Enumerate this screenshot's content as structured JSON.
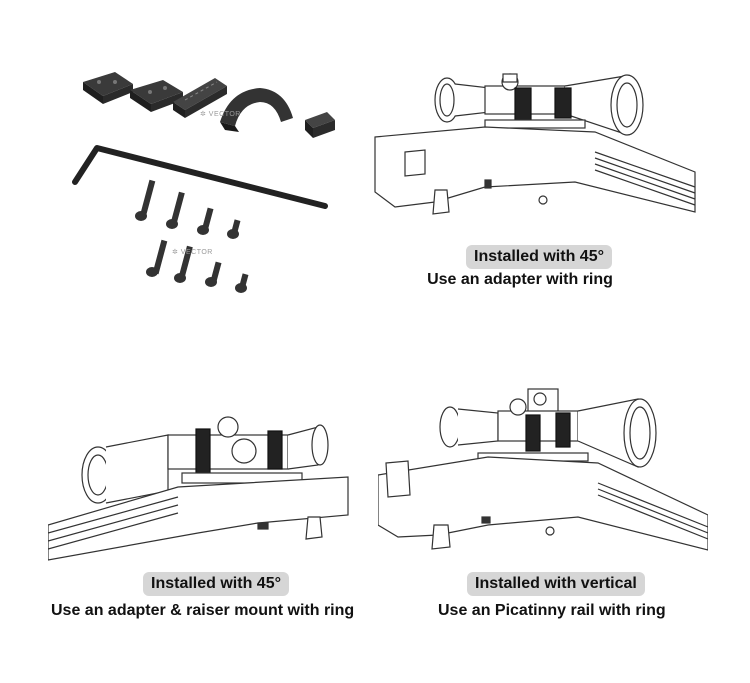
{
  "panels": {
    "top_right": {
      "badge": "Installed with 45°",
      "caption": "Use an adapter with ring"
    },
    "bottom_left": {
      "badge": "Installed with 45°",
      "caption": "Use an adapter & raiser mount with ring"
    },
    "bottom_right": {
      "badge": "Installed with vertical",
      "caption": "Use an Picatinny rail with ring"
    }
  },
  "watermarks": [
    "✲ VECTOR",
    "✲ VECTOR"
  ],
  "colors": {
    "badge_bg": "#d6d6d6",
    "part_dark": "#2b2b2b",
    "line_art": "#333333"
  }
}
